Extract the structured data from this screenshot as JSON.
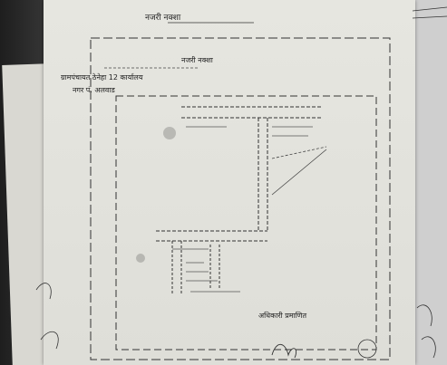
{
  "document": {
    "header": "नजरी नक्शा",
    "subtitle": "नजरी नक्शा",
    "text_line_1": "ग्रामपंचायत ठेनेहा 12 कार्यालय",
    "text_line_2": "नगर पं. अलवाड",
    "signature_note": "अधिकारी प्रमाणित"
  },
  "colors": {
    "ink": "#222222",
    "paper": "#e2e2dc",
    "background": "#2b2b2b"
  }
}
